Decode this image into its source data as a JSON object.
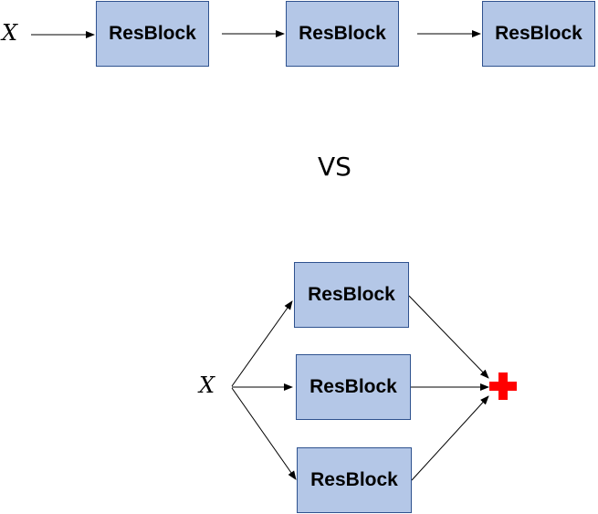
{
  "top_chain": {
    "input_label": "X",
    "blocks": [
      "ResBlock",
      "ResBlock",
      "ResBlock"
    ]
  },
  "separator": "VS",
  "bottom_parallel": {
    "input_label": "X",
    "blocks": [
      "ResBlock",
      "ResBlock",
      "ResBlock"
    ],
    "combine_icon": "plus-icon"
  },
  "colors": {
    "block_fill": "#b4c7e7",
    "block_border": "#2f528f",
    "plus": "#ff0000"
  }
}
